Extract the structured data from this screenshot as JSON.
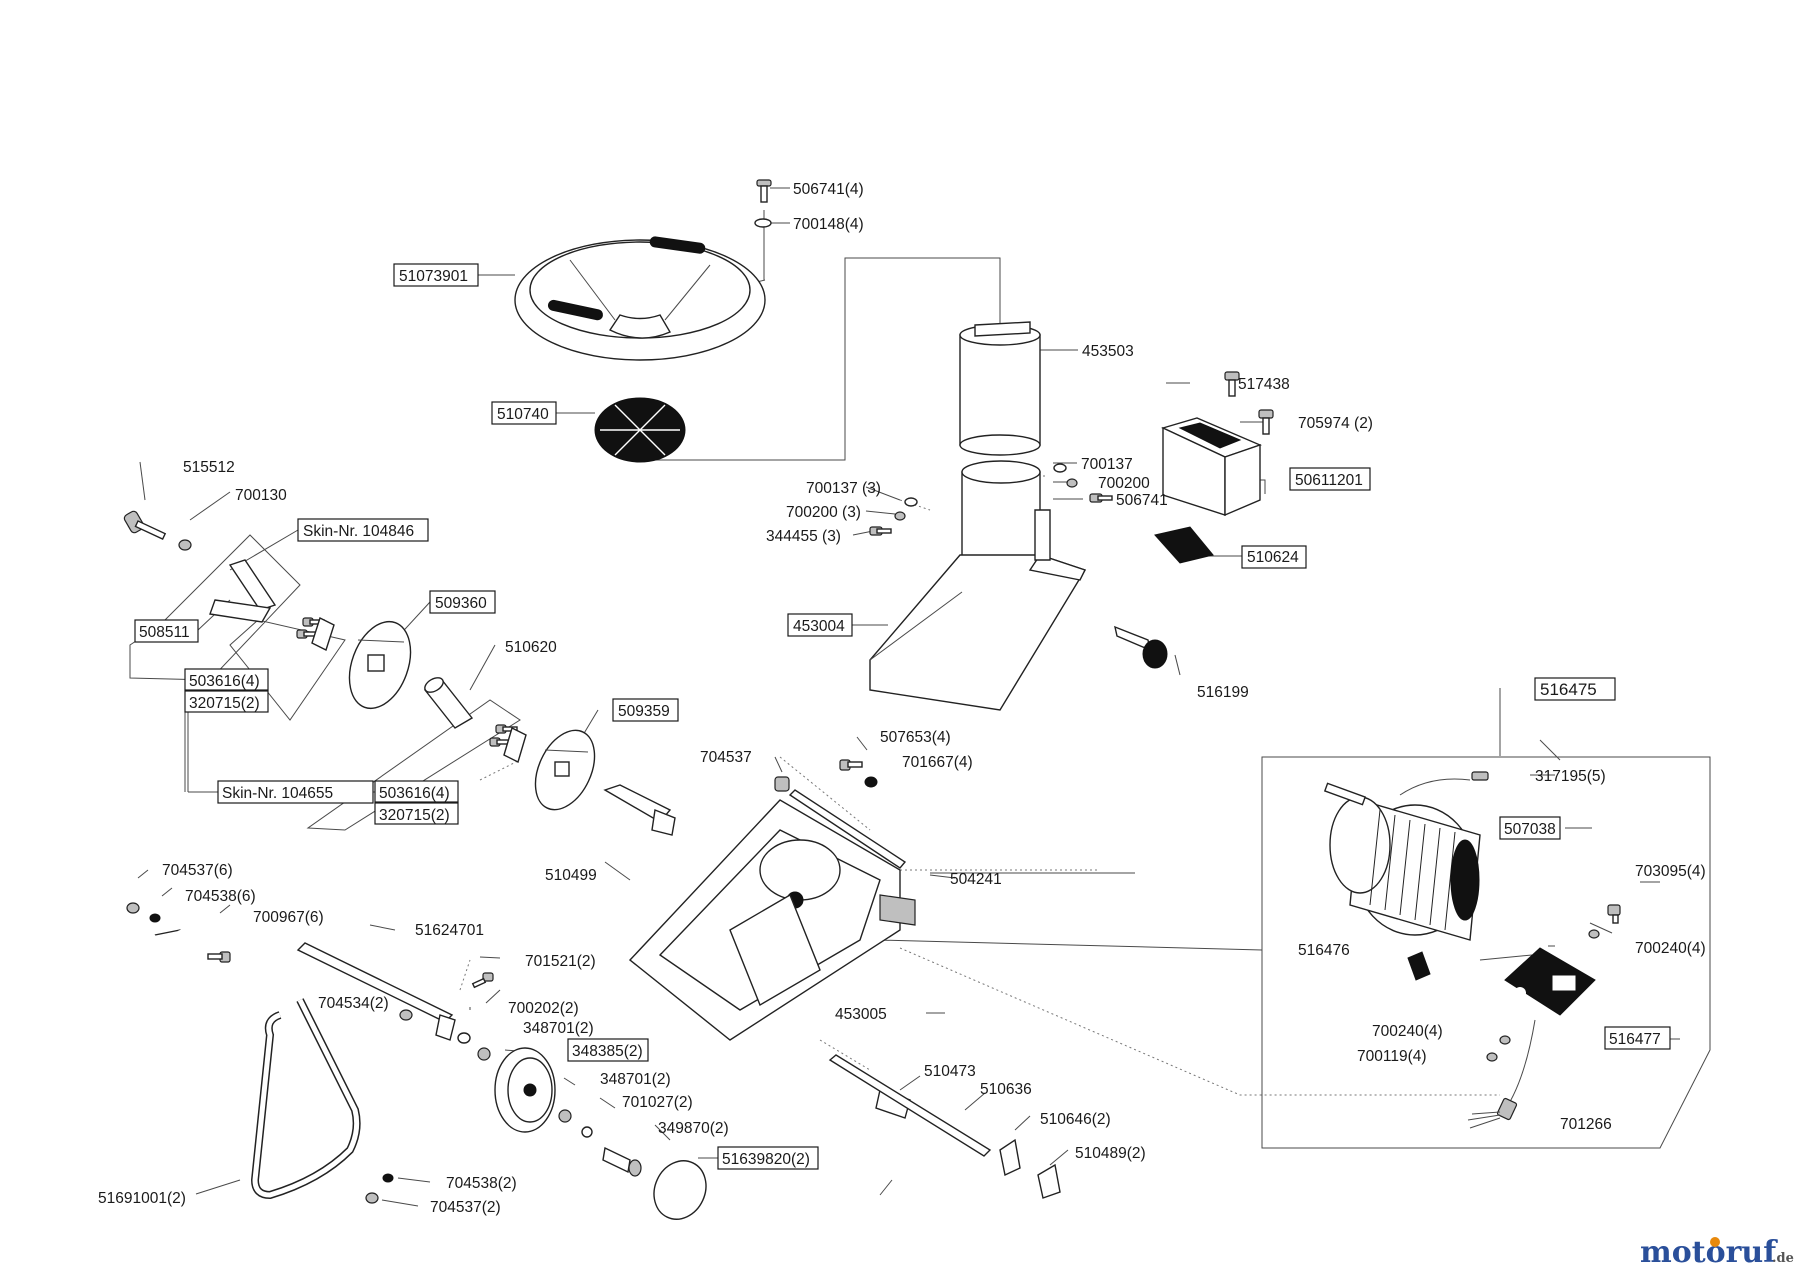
{
  "labels": {
    "p506741_4": "506741(4)",
    "p700148_4": "700148(4)",
    "p51073901": "51073901",
    "p453503": "453503",
    "p517438": "517438",
    "p705974_2": "705974 (2)",
    "p510740": "510740",
    "p700137_3": "700137 (3)",
    "p700200_3": "700200 (3)",
    "p344455_3": "344455 (3)",
    "p700137": "700137",
    "p700200": "700200",
    "p506741": "506741",
    "p50611201": "50611201",
    "p510624": "510624",
    "p515512": "515512",
    "p700130": "700130",
    "skin104846": "Skin-Nr. 104846",
    "p508511": "508511",
    "p509360": "509360",
    "p510620": "510620",
    "p503616_4a": "503616(4)",
    "p320715_2a": "320715(2)",
    "p453004": "453004",
    "p516199": "516199",
    "p516475": "516475",
    "p509359": "509359",
    "p507653_4": "507653(4)",
    "p704537": "704537",
    "p701667_4": "701667(4)",
    "skin104655": "Skin-Nr. 104655",
    "p503616_4b": "503616(4)",
    "p320715_2b": "320715(2)",
    "p317195_5": "317195(5)",
    "p507038": "507038",
    "p510499": "510499",
    "p504241": "504241",
    "p704537_6": "704537(6)",
    "p704538_6": "704538(6)",
    "p700967_6": "700967(6)",
    "p51624701": "51624701",
    "p701521_2": "701521(2)",
    "p703095_4": "703095(4)",
    "p700240_4a": "700240(4)",
    "p516476": "516476",
    "p704534_2": "704534(2)",
    "p700202_2": "700202(2)",
    "p348701_2a": "348701(2)",
    "p453005": "453005",
    "p348385_2": "348385(2)",
    "p700240_4b": "700240(4)",
    "p516477": "516477",
    "p700119_4": "700119(4)",
    "p510473": "510473",
    "p348701_2b": "348701(2)",
    "p510636": "510636",
    "p701027_2": "701027(2)",
    "p510646_2": "510646(2)",
    "p701266": "701266",
    "p349870_2": "349870(2)",
    "p510489_2": "510489(2)",
    "p51639820_2": "51639820(2)",
    "p704538_2": "704538(2)",
    "p51691001_2": "51691001(2)",
    "p704537_2": "704537(2)"
  },
  "logo": {
    "brand": "motoruf",
    "suffix": ".de"
  },
  "colors": {
    "logo_blue": "#2a4f9a",
    "logo_orange": "#e8890c",
    "ink": "#1a1a1a"
  }
}
